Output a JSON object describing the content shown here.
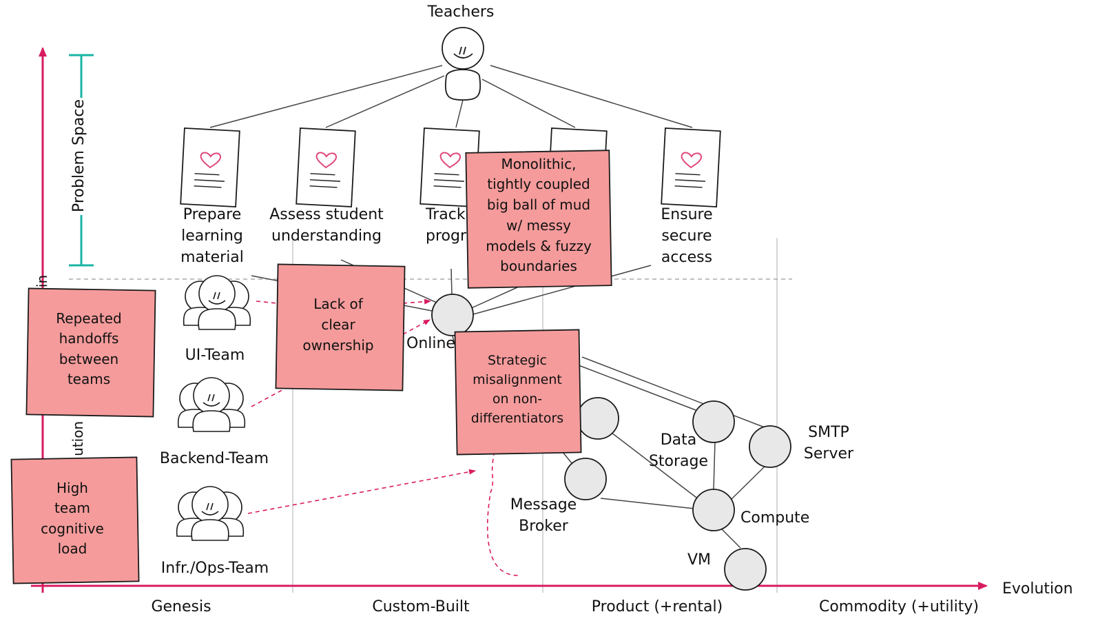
{
  "colors": {
    "axis": "#d81b60",
    "problem_bracket": "#1ab5a5",
    "sticky_fill": "#f59b9b",
    "sticky_border": "#1a1a1a",
    "node_fill": "#e8e8e8",
    "line": "#444444",
    "heart": "#e0487a",
    "dashed_arrow": "#d81b60"
  },
  "user": {
    "label": "Teachers",
    "icon": "person-icon"
  },
  "axes": {
    "x_label": "Evolution",
    "y_label_upper": "Problem Space",
    "y_label_lower_fragment_1": "in",
    "y_label_lower_fragment_2": "ution s",
    "stages": [
      "Genesis",
      "Custom-Built",
      "Product (+rental)",
      "Commodity (+utility)"
    ]
  },
  "needs": [
    {
      "lines": [
        "Prepare",
        "learning",
        "material"
      ],
      "icon": "document-heart-icon"
    },
    {
      "lines": [
        "Assess student",
        "understanding"
      ],
      "icon": "document-heart-icon"
    },
    {
      "lines": [
        "Track",
        "progr"
      ],
      "icon": "document-heart-icon"
    },
    {
      "lines": [],
      "icon": "document-heart-icon"
    },
    {
      "lines": [
        "Ensure",
        "secure",
        "access"
      ],
      "icon": "document-heart-icon"
    }
  ],
  "teams": [
    {
      "label": "UI-Team",
      "icon": "team-icon"
    },
    {
      "label": "Backend-Team",
      "icon": "team-icon"
    },
    {
      "label": "Infr./Ops-Team",
      "icon": "team-icon"
    }
  ],
  "components": {
    "online": "Online",
    "data_storage": [
      "Data",
      "Storage"
    ],
    "smtp": [
      "SMTP",
      "Server"
    ],
    "message_broker": [
      "Message",
      "Broker"
    ],
    "compute": "Compute",
    "vm": "VM"
  },
  "stickies": [
    {
      "lines": [
        "Repeated",
        "handoffs",
        "between",
        "teams"
      ]
    },
    {
      "lines": [
        "High",
        "team",
        "cognitive",
        "load"
      ]
    },
    {
      "lines": [
        "Lack of",
        "clear",
        "ownership"
      ]
    },
    {
      "lines": [
        "Monolithic,",
        "tightly coupled",
        "big ball of mud",
        "w/ messy",
        "models & fuzzy",
        "boundaries"
      ]
    },
    {
      "lines": [
        "Strategic",
        "misalignment",
        "on non-",
        "differentiators"
      ]
    }
  ]
}
